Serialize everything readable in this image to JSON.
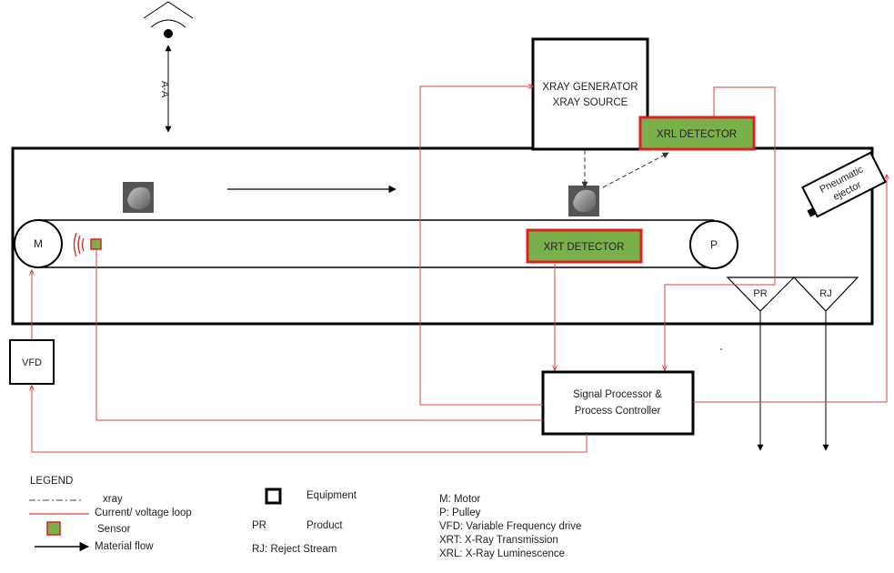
{
  "diagram": {
    "xray_box": {
      "line1": "XRAY GENERATOR",
      "line2": "XRAY SOURCE"
    },
    "xrl_detector": "XRL DETECTOR",
    "xrt_detector": "XRT DETECTOR",
    "motor": "M",
    "pulley": "P",
    "vfd": "VFD",
    "pneumatic_ejector": {
      "line1": "Pneumatic",
      "line2": "ejector"
    },
    "signal_processor": {
      "line1": "Signal Processor &",
      "line2": "Process Controller"
    },
    "product_chute": "PR",
    "reject_chute": "RJ",
    "view_label": "A-A",
    "colors": {
      "signal_line": "#e04040",
      "detector_fill": "#7ab04a",
      "detector_border": "#e02020",
      "equipment_border": "#000000"
    }
  },
  "legend": {
    "title": "LEGEND",
    "xray": "xray",
    "current_loop": "Current/ voltage loop",
    "sensor": "Sensor",
    "material_flow": "Material flow",
    "equipment": "Equipment",
    "product_abbr": "PR",
    "product": "Product",
    "reject": "RJ: Reject Stream",
    "abbreviations": [
      "M: Motor",
      "P: Pulley",
      "VFD: Variable Frequency drive",
      "XRT: X-Ray Transmission",
      "XRL: X-Ray Luminescence"
    ]
  }
}
